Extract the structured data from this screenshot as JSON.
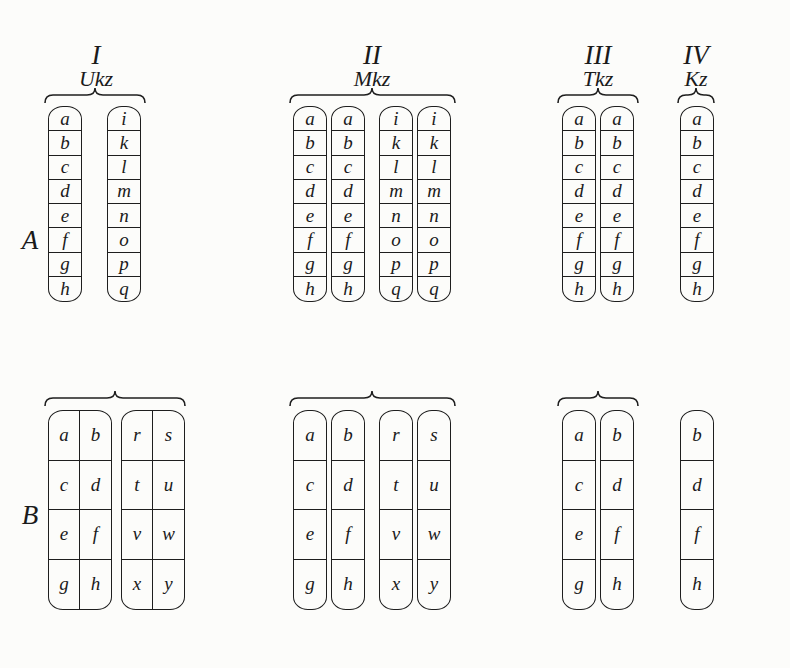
{
  "diagram": {
    "nodes": [
      {
        "text": [
          "a",
          "b",
          "c",
          "d",
          "e",
          "f",
          "g",
          "h"
        ]
      },
      {
        "text": [
          "i",
          "k",
          "l",
          "m",
          "n",
          "o",
          "p",
          "q"
        ]
      },
      {
        "text": [
          "a",
          "b",
          "c",
          "d",
          "e",
          "f",
          "g",
          "h"
        ]
      },
      {
        "text": [
          "a",
          "b",
          "c",
          "d",
          "e",
          "f",
          "g",
          "h"
        ]
      },
      {
        "text": [
          "i",
          "k",
          "l",
          "m",
          "n",
          "o",
          "p",
          "q"
        ]
      },
      {
        "text": [
          "i",
          "k",
          "l",
          "m",
          "n",
          "o",
          "p",
          "q"
        ]
      },
      {
        "text": [
          "a",
          "b",
          "c",
          "d",
          "e",
          "f",
          "g",
          "h"
        ]
      },
      {
        "text": [
          "a",
          "b",
          "c",
          "d",
          "e",
          "f",
          "g",
          "h"
        ]
      },
      {
        "text": [
          "a",
          "b",
          "c",
          "d",
          "e",
          "f",
          "g",
          "h"
        ]
      },
      {
        "text": [
          "a",
          "b",
          "c",
          "d",
          "e",
          "f",
          "g",
          "h"
        ]
      },
      {
        "text": [
          "r",
          "s",
          "t",
          "u",
          "v",
          "w",
          "x",
          "y"
        ]
      },
      {
        "text": [
          "a",
          "c",
          "e",
          "g"
        ]
      },
      {
        "text": [
          "b",
          "d",
          "f",
          "h"
        ]
      },
      {
        "text": [
          "r",
          "t",
          "v",
          "x"
        ]
      },
      {
        "text": [
          "s",
          "u",
          "w",
          "y"
        ]
      },
      {
        "text": [
          "a",
          "c",
          "e",
          "g"
        ]
      },
      {
        "text": [
          "b",
          "d",
          "f",
          "h"
        ]
      },
      {
        "text": [
          "b",
          "d",
          "f",
          "h"
        ]
      }
    ],
    "labels": [
      "I",
      "Ukz",
      "II",
      "Mkz",
      "III",
      "Tkz",
      "IV",
      "Kz",
      "A",
      "B"
    ]
  }
}
